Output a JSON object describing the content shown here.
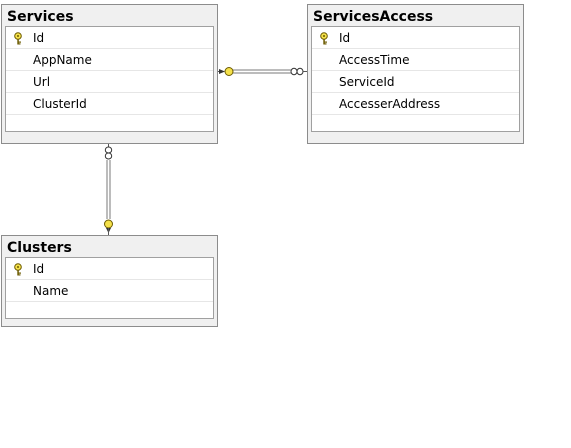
{
  "tables": {
    "services": {
      "title": "Services",
      "columns": [
        "Id",
        "AppName",
        "Url",
        "ClusterId"
      ]
    },
    "services_access": {
      "title": "ServicesAccess",
      "columns": [
        "Id",
        "AccessTime",
        "ServiceId",
        "AccesserAddress"
      ]
    },
    "clusters": {
      "title": "Clusters",
      "columns": [
        "Id",
        "Name"
      ]
    }
  },
  "icons": {
    "primary_key": "key-icon",
    "relationship_one": "key-end-icon",
    "relationship_many": "infinity-end-icon"
  },
  "colors": {
    "key_fill": "#f5e14a",
    "key_stroke": "#6b5a00",
    "line": "#7a7a7a",
    "border": "#8c8c8c"
  }
}
